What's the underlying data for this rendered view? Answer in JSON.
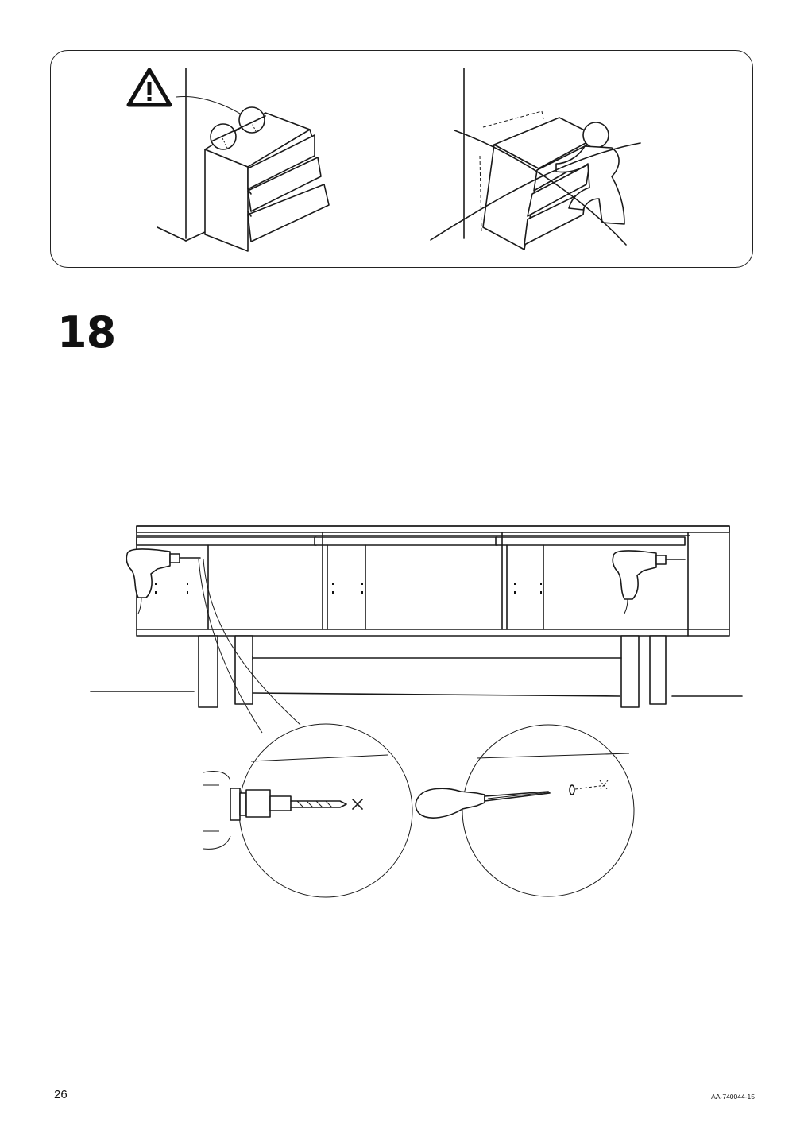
{
  "step": {
    "number": "18"
  },
  "footer": {
    "page_number": "26",
    "document_code": "AA-740044-15"
  },
  "warning_panel": {
    "icons": [
      "warning-triangle-icon",
      "correct-wall-anchored-dresser",
      "incorrect-tipping-dresser-crossed"
    ]
  },
  "illustration": {
    "icons": [
      "tv-bench",
      "power-drill-icon",
      "drill-bit-detail",
      "screwdriver-icon",
      "screw-hole-detail"
    ]
  }
}
